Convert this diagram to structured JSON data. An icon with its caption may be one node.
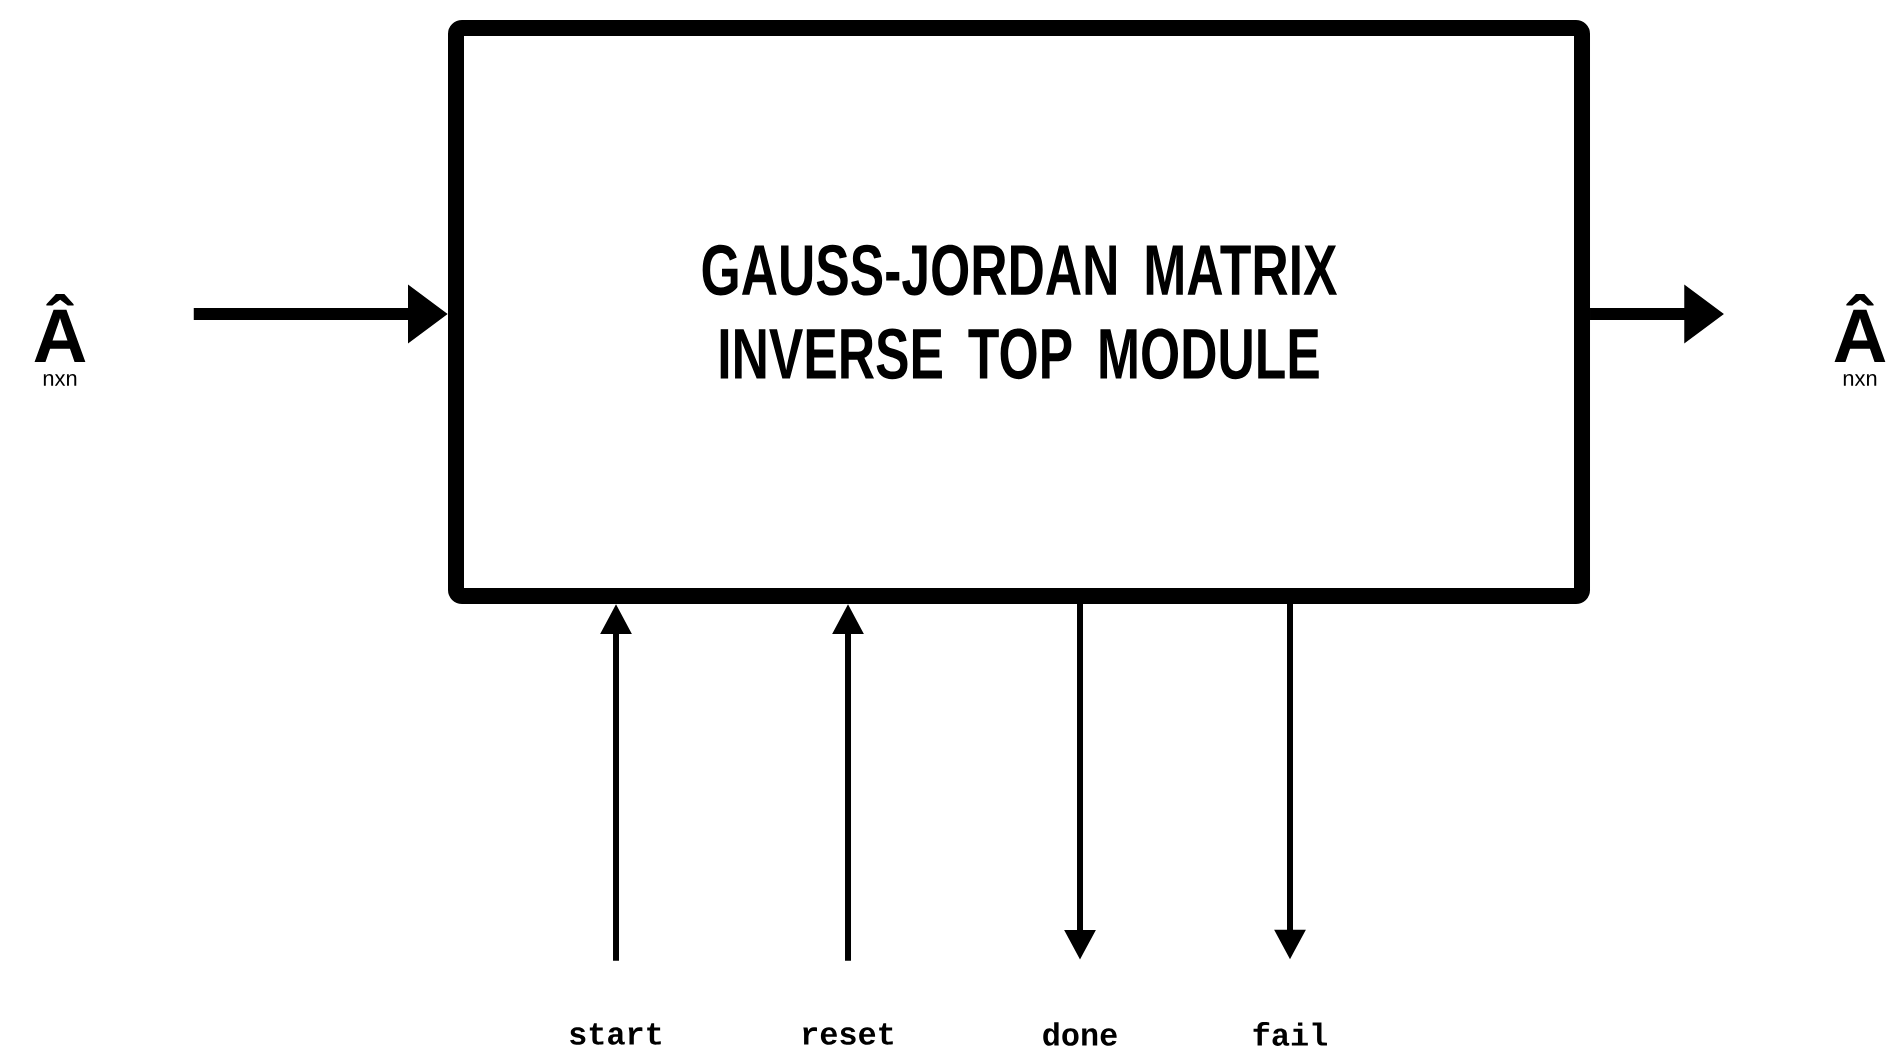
{
  "diagram": {
    "nodes": [
      {
        "text": [
          "GAUSS-JORDAN MATRIX INVERSE TOP MODULE"
        ]
      },
      {
        "text": [
          "Â",
          "nxn"
        ]
      },
      {
        "text": [
          "Â",
          "nxn"
        ]
      },
      {
        "text": [
          "start"
        ]
      },
      {
        "text": [
          "reset"
        ]
      },
      {
        "text": [
          "done"
        ]
      },
      {
        "text": [
          "fail"
        ]
      }
    ],
    "edges": [
      {
        "from": 1,
        "to": 0,
        "arrow": "to",
        "style": "thick"
      },
      {
        "from": 0,
        "to": 2,
        "arrow": "to",
        "style": "thick"
      },
      {
        "from": 3,
        "to": 0,
        "arrow": "to"
      },
      {
        "from": 4,
        "to": 0,
        "arrow": "to"
      },
      {
        "from": 0,
        "to": 5,
        "arrow": "to"
      },
      {
        "from": 0,
        "to": 6,
        "arrow": "to"
      }
    ]
  }
}
